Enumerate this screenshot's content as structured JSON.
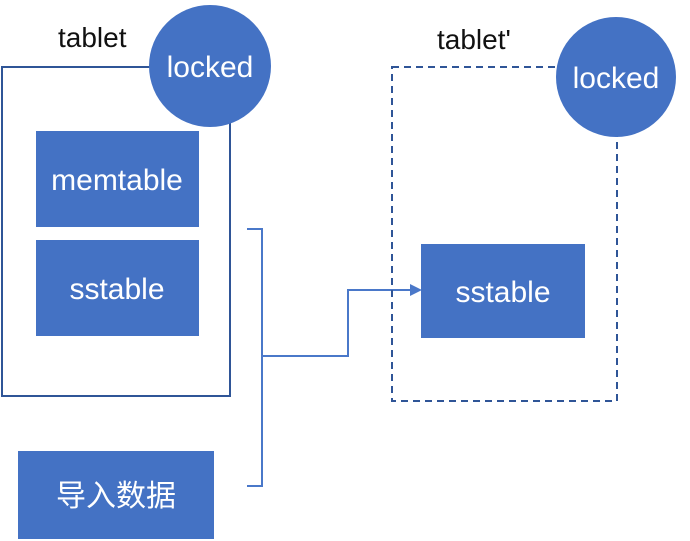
{
  "left_tablet": {
    "title": "tablet",
    "lock_label": "locked",
    "memtable_label": "memtable",
    "sstable_label": "sstable"
  },
  "right_tablet": {
    "title": "tablet'",
    "lock_label": "locked",
    "sstable_label": "sstable"
  },
  "import_box_label": "导入数据",
  "colors": {
    "box_fill": "#4472c4",
    "outline": "#2f5597",
    "connector": "#4a78c9"
  }
}
